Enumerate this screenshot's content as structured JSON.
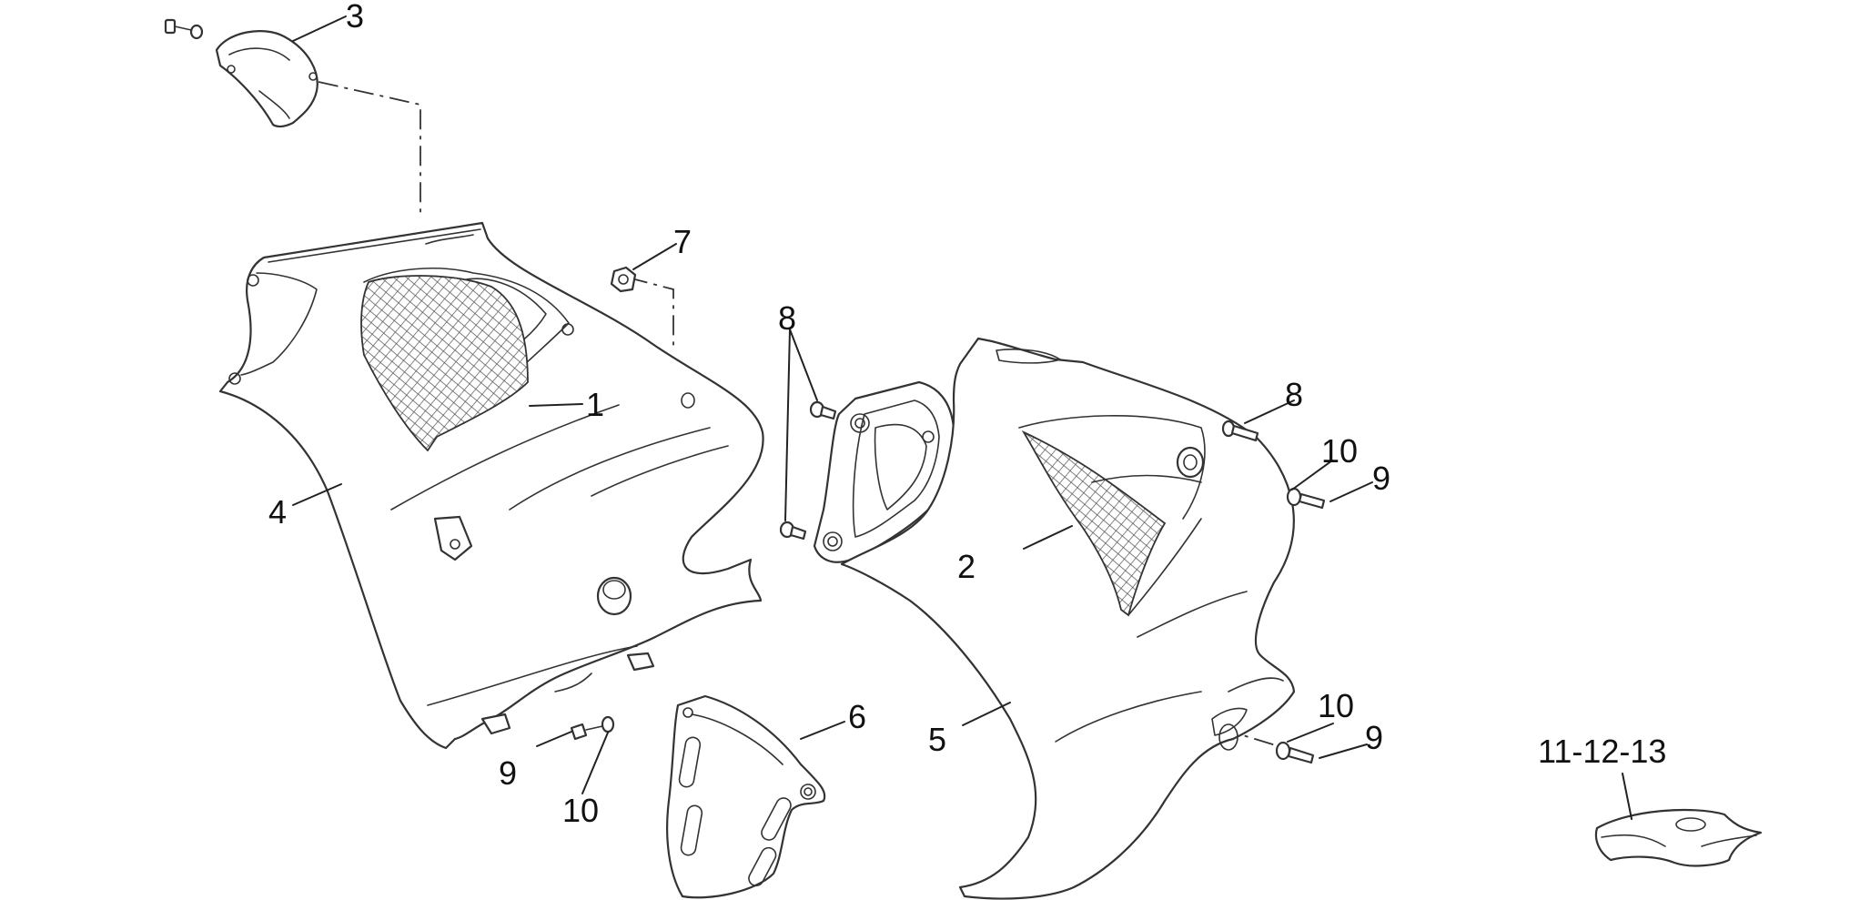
{
  "labels": {
    "l1": "1",
    "l2": "2",
    "l3": "3",
    "l4": "4",
    "l5": "5",
    "l6": "6",
    "l7": "7",
    "l8a": "8",
    "l8b": "8",
    "l9a": "9",
    "l9b": "9",
    "l9c": "9",
    "l10a": "10",
    "l10b": "10",
    "l10c": "10",
    "l111213": "11-12-13"
  },
  "colors": {
    "line": "#333333",
    "background": "#ffffff"
  }
}
